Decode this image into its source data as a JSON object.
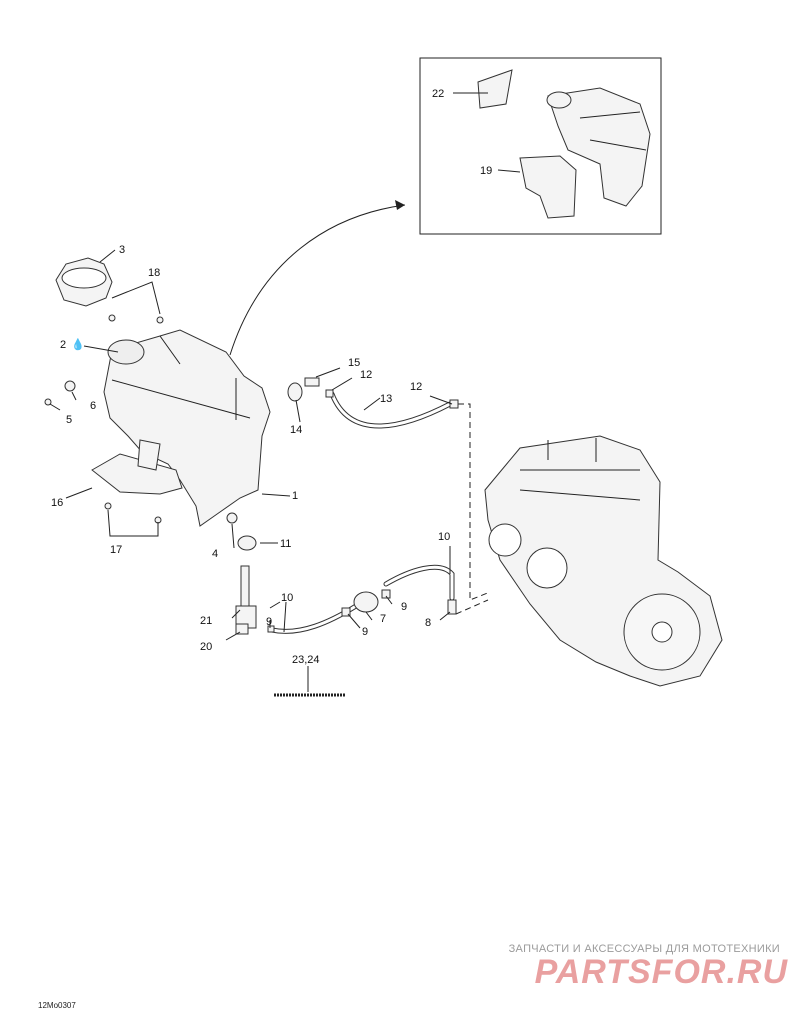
{
  "labels": {
    "l1": "1",
    "l2": "2",
    "l3": "3",
    "l4": "4",
    "l5": "5",
    "l6": "6",
    "l7": "7",
    "l8": "8",
    "l9a": "9",
    "l9b": "9",
    "l9c": "9",
    "l10a": "10",
    "l10b": "10",
    "l11": "11",
    "l12a": "12",
    "l12b": "12",
    "l13": "13",
    "l14": "14",
    "l15": "15",
    "l16": "16",
    "l17": "17",
    "l18": "18",
    "l19": "19",
    "l20": "20",
    "l21": "21",
    "l22": "22",
    "l2324": "23,24"
  },
  "icons": {
    "drop": "oil-drop-icon"
  },
  "watermark": {
    "tagline": "ЗАПЧАСТИ И АКСЕССУАРЫ ДЛЯ МОТОТЕХНИКИ",
    "logo": "PARTSFOR.RU"
  },
  "figure_code": "12Mo0307",
  "colors": {
    "line": "#222222",
    "watermark_logo": "#e9a0a0",
    "watermark_text": "#9b9b9b"
  }
}
